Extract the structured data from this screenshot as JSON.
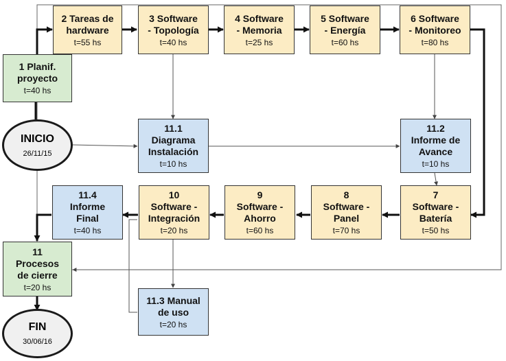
{
  "tasks": {
    "t1": {
      "title": "1 Planif.\nproyecto",
      "duration": "t=40 hs"
    },
    "t2": {
      "title": "2 Tareas de\nhardware",
      "duration": "t=55 hs"
    },
    "t3": {
      "title": "3 Software\n- Topología",
      "duration": "t=40 hs"
    },
    "t4": {
      "title": "4 Software\n- Memoria",
      "duration": "t=25 hs"
    },
    "t5": {
      "title": "5 Software\n- Energía",
      "duration": "t=60 hs"
    },
    "t6": {
      "title": "6 Software\n- Monitoreo",
      "duration": "t=80 hs"
    },
    "t111": {
      "title": "11.1\nDiagrama\nInstalación",
      "duration": "t=10 hs"
    },
    "t112": {
      "title": "11.2\nInforme de\nAvance",
      "duration": "t=10 hs"
    },
    "t7": {
      "title": "7\nSoftware -\nBatería",
      "duration": "t=50 hs"
    },
    "t8": {
      "title": "8\nSoftware -\nPanel",
      "duration": "t=70 hs"
    },
    "t9": {
      "title": "9\nSoftware -\nAhorro",
      "duration": "t=60 hs"
    },
    "t10": {
      "title": "10\nSoftware -\nIntegración",
      "duration": "t=20 hs"
    },
    "t114": {
      "title": "11.4\nInforme\nFinal",
      "duration": "t=40 hs"
    },
    "t11": {
      "title": "11\nProcesos\nde cierre",
      "duration": "t=20 hs"
    },
    "t113": {
      "title": "11.3 Manual\nde uso",
      "duration": "t=20 hs"
    }
  },
  "start": {
    "label": "INICIO",
    "date": "26/11/15"
  },
  "end": {
    "label": "FIN",
    "date": "30/06/16"
  },
  "colors": {
    "hardware_software": "#fcecc4",
    "management": "#d7ebd0",
    "documentation": "#cfe1f3"
  }
}
